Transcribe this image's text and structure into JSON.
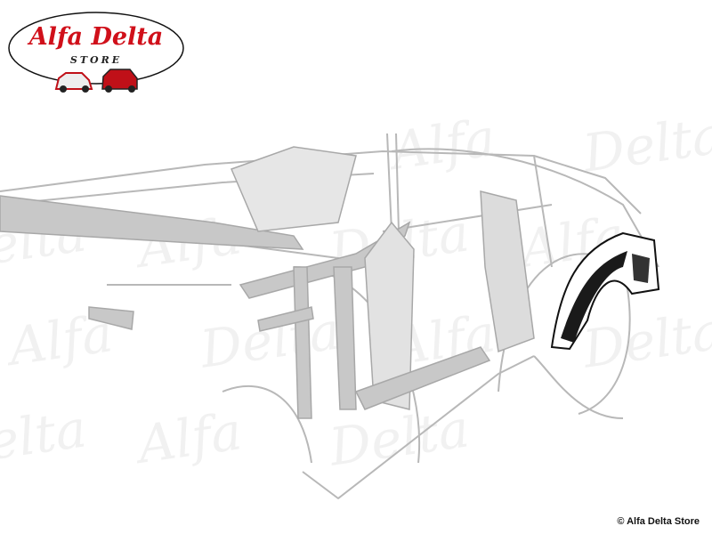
{
  "logo": {
    "brand": "Alfa Delta",
    "subtitle": "STORE"
  },
  "watermark": {
    "text": "Alfa Delta"
  },
  "copyright": "© Alfa Delta Store",
  "colors": {
    "brand_red": "#d0101a",
    "line_gray": "#b8b8b8",
    "part_black": "#1a1a1a"
  }
}
